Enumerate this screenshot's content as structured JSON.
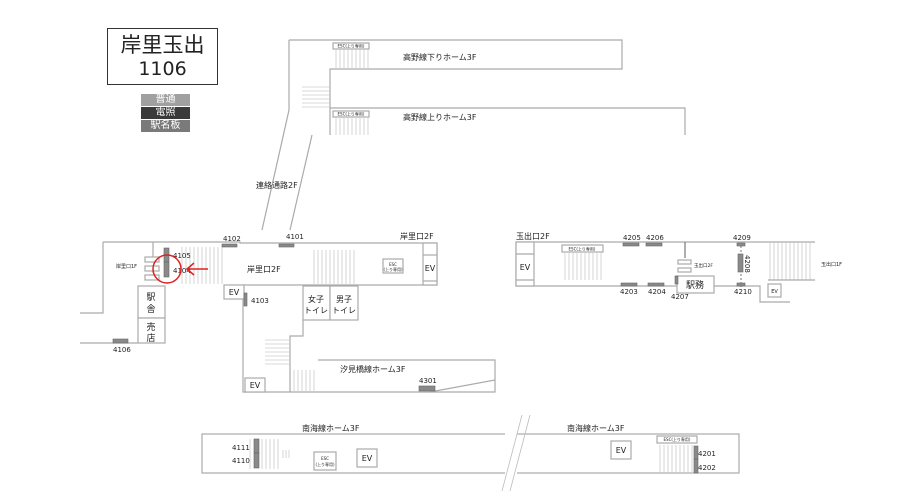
{
  "station": {
    "name": "岸里玉出",
    "code": "1106"
  },
  "legend": [
    {
      "label": "普通",
      "color": "#a0a0a0"
    },
    {
      "label": "電照",
      "color": "#3a3a3a"
    },
    {
      "label": "駅名板",
      "color": "#7a7a7a"
    }
  ],
  "areas": {
    "koya_down": "高野線下りホーム3F",
    "koya_up": "高野線上りホーム3F",
    "renraku": "連絡通路2F",
    "kishisato_2f_top": "岸里口2F",
    "kishisato_2f": "岸里口2F",
    "kishisato_1f": "岸里口1F",
    "shiomibashi": "汐見橋線ホーム3F",
    "tamade_2f_top": "玉出口2F",
    "tamade_2f_inner": "玉出口2F",
    "tamade_1f": "玉出口1F",
    "nankai_left": "南海線ホーム3F",
    "nankai_right": "南海線ホーム3F"
  },
  "facilities": {
    "esc_up": "ESC(上り専用)",
    "esc": "ESC",
    "esc_up_paren": "(上り専用)",
    "ev": "EV",
    "station_office_1": "駅",
    "station_office_2": "舎",
    "shop_1": "売",
    "shop_2": "店",
    "women_1": "女子",
    "women_2": "トイレ",
    "men_1": "男子",
    "men_2": "トイレ",
    "ekimu": "駅務"
  },
  "locations": {
    "l4101": "4101",
    "l4102": "4102",
    "l4103": "4103",
    "l4104": "4104",
    "l4105": "4105",
    "l4106": "4106",
    "l4110": "4110",
    "l4111": "4111",
    "l4201": "4201",
    "l4202": "4202",
    "l4203": "4203",
    "l4204": "4204",
    "l4205": "4205",
    "l4206": "4206",
    "l4207": "4207",
    "l4208": "4208",
    "l4209": "4209",
    "l4210": "4210",
    "l4301": "4301"
  },
  "highlight": {
    "target": "4104",
    "color": "#e02020"
  }
}
